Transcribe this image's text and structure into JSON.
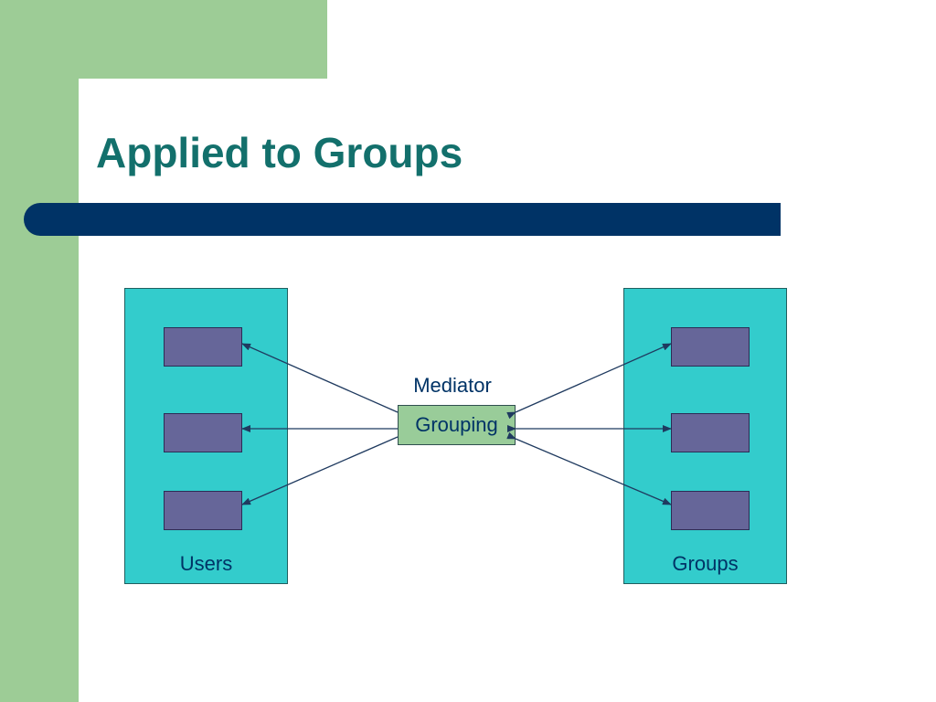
{
  "slide": {
    "title": "Applied to Groups"
  },
  "diagram": {
    "users_label": "Users",
    "groups_label": "Groups",
    "mediator_label": "Mediator",
    "grouping_label": "Grouping"
  },
  "colors": {
    "background": "#ffffff",
    "accent_green": "#9dcc96",
    "title_text": "#13706c",
    "title_bar": "#003366",
    "panel_fill": "#33cccc",
    "item_fill": "#666699",
    "mediator_fill": "#99cc99",
    "label_text": "#003366",
    "arrow": "#1f3a5f"
  }
}
